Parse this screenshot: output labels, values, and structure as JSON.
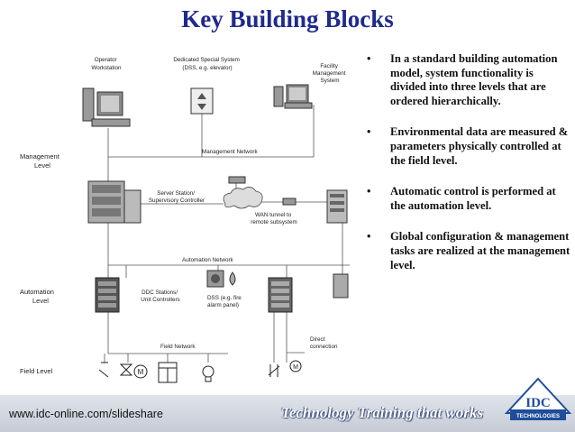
{
  "slide": {
    "title": "Key Building Blocks",
    "bullets": [
      "In a standard building automation model, system functionality is divided into three levels that are ordered hierarchically.",
      "Environmental data are measured & parameters physically controlled at the field level.",
      "Automatic control is performed at the automation level.",
      "Global configuration & management tasks are realized at the management level."
    ],
    "bullet_symbol": "•"
  },
  "diagram": {
    "levels": {
      "management": [
        "Management",
        "Level"
      ],
      "automation": [
        "Automation",
        "Level"
      ],
      "field": "Field Level"
    },
    "labels": {
      "operator_workstation": [
        "Operator",
        "Workstation"
      ],
      "dss_top": [
        "Dedicated Special System",
        "(DSS, e.g. elevator)"
      ],
      "facility": [
        "Facility",
        "Management",
        "System"
      ],
      "management_network": "Management Network",
      "server_station": [
        "Server Station/",
        "Supervisory Controller"
      ],
      "wan": [
        "WAN tunnel to",
        "remote subsystem"
      ],
      "automation_network": "Automation Network",
      "ddc": [
        "DDC Stations/",
        "Unit Controllers"
      ],
      "dss_fire": [
        "DSS (e.g. fire",
        "alarm panel)"
      ],
      "field_network": "Field Network",
      "direct": [
        "Direct",
        "connection"
      ]
    }
  },
  "footer": {
    "url": "www.idc-online.com/slideshare",
    "tagline": "Technology Training that works",
    "logo_text": "IDC",
    "logo_subtext": "TECHNOLOGIES"
  },
  "colors": {
    "title": "#1f2a8c",
    "logo_blue": "#1f4d9c",
    "footer": "#c6ccd6"
  }
}
